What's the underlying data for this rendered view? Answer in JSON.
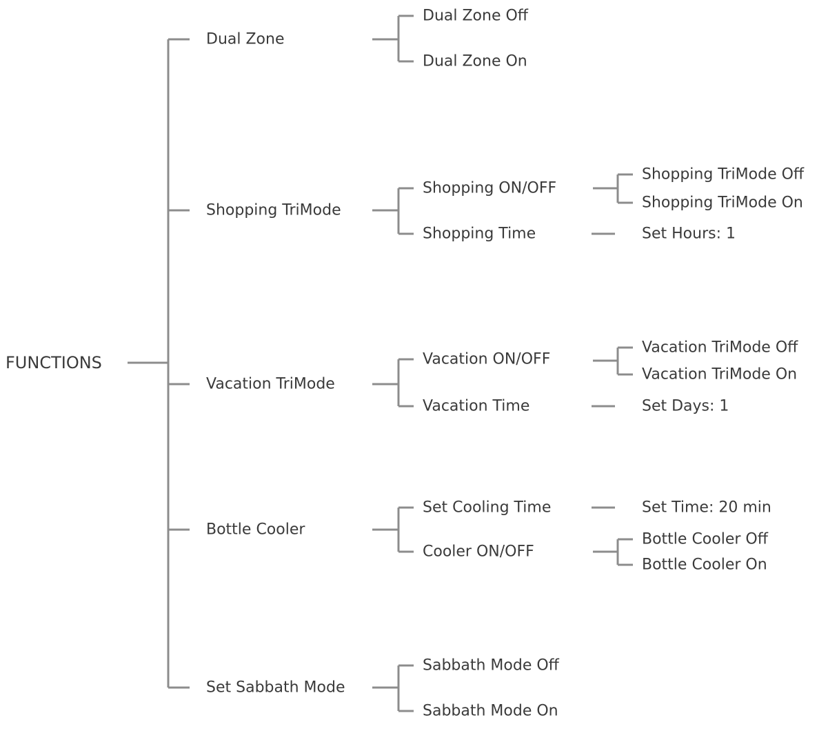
{
  "root": "FUNCTIONS",
  "functions": [
    {
      "label": "Dual Zone",
      "options": [
        {
          "label": "Dual Zone Off"
        },
        {
          "label": "Dual Zone On"
        }
      ]
    },
    {
      "label": "Shopping TriMode",
      "options": [
        {
          "label": "Shopping ON/OFF",
          "values": [
            "Shopping TriMode Off",
            "Shopping TriMode On"
          ]
        },
        {
          "label": "Shopping Time",
          "values": [
            "Set Hours: 1"
          ]
        }
      ]
    },
    {
      "label": "Vacation TriMode",
      "options": [
        {
          "label": "Vacation ON/OFF",
          "values": [
            "Vacation TriMode Off",
            "Vacation TriMode On"
          ]
        },
        {
          "label": "Vacation Time",
          "values": [
            "Set Days: 1"
          ]
        }
      ]
    },
    {
      "label": "Bottle Cooler",
      "options": [
        {
          "label": "Set Cooling Time",
          "values": [
            "Set Time: 20 min"
          ]
        },
        {
          "label": "Cooler ON/OFF",
          "values": [
            "Bottle Cooler Off",
            "Bottle Cooler On"
          ]
        }
      ]
    },
    {
      "label": "Set Sabbath Mode",
      "options": [
        {
          "label": "Sabbath Mode Off"
        },
        {
          "label": "Sabbath Mode On"
        }
      ]
    }
  ]
}
